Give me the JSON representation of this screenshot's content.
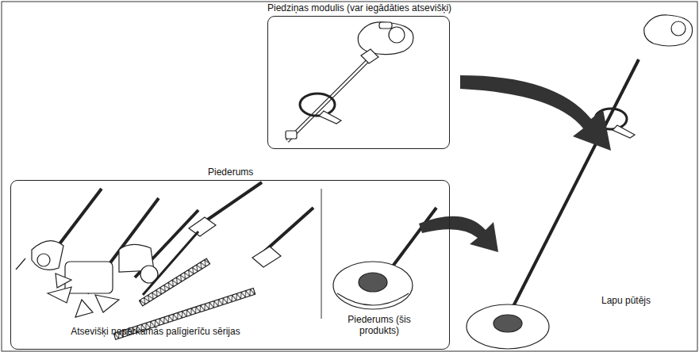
{
  "diagram": {
    "nodes": [
      {
        "text": [
          "Piedziņas modulis (var iegādāties atsevišķi)"
        ]
      },
      {
        "text": [
          "Piederums"
        ]
      }
    ],
    "labels": [
      "Atsevišķi nopērkamās palīgierīču sērijas",
      "Piederums (šis produkts)",
      "Lapu pūtējs"
    ]
  }
}
